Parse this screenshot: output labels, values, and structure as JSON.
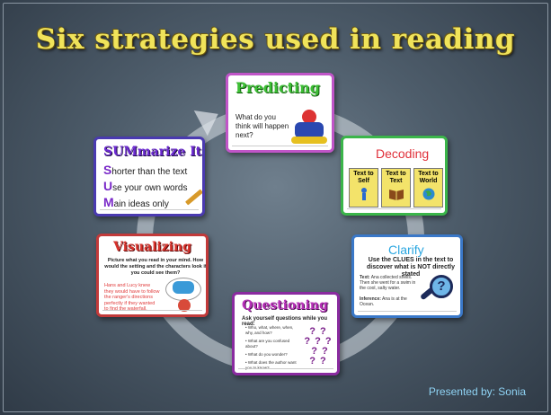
{
  "slide": {
    "title": "Six strategies used in reading",
    "credit": "Presented by: Sonia"
  },
  "cards": {
    "predicting": {
      "title": "Predicting",
      "text": "What do you think will happen next?"
    },
    "decoding": {
      "title": "Decoding",
      "tiles": [
        "Text to Self",
        "Text to Text",
        "Text to World"
      ]
    },
    "clarify": {
      "title": "Clarify",
      "text": "Use the CLUES in the text to discover what is NOT directly stated",
      "text_label": "Text:",
      "text_value": "Ana collected shells. Then she went for a swim in the cool, salty water.",
      "inference_label": "Inference:",
      "inference_value": "Ana is at the Ocean.",
      "symbol": "?"
    },
    "questioning": {
      "title": "Questioning",
      "lead": "Ask yourself questions while you read:",
      "bullets": [
        "Who, what, where, when, why, and how?",
        "What are you confused about?",
        "What do you wonder?",
        "What does the author want you to know?"
      ]
    },
    "visualizing": {
      "title": "Visualizing",
      "text": "Picture what you read in your mind. How would the setting and the characters look if you could see them?",
      "example": "Hans and Lucy knew they would have to follow the ranger's directions perfectly if they wanted to find the waterfall."
    },
    "summarize": {
      "title": "SUMmarize It",
      "rows": [
        {
          "letter": "S",
          "rest": "horter than the text"
        },
        {
          "letter": "U",
          "rest": "se your own words"
        },
        {
          "letter": "M",
          "rest": "ain ideas only"
        }
      ]
    }
  },
  "colors": {
    "title": "#f0e35a",
    "credit": "#8fd3f4"
  }
}
